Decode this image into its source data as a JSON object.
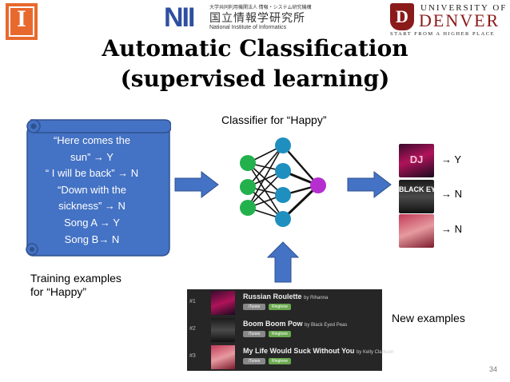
{
  "logos": {
    "illinois": {
      "glyph": "I"
    },
    "nii": {
      "mark": "NII",
      "top_line": "大学共同利用機関法人 情報・システム研究機構",
      "jp_name": "国立情報学研究所",
      "en_name": "National Institute of Informatics"
    },
    "denver": {
      "mark": "D",
      "university": "UNIVERSITY OF",
      "name": "DENVER",
      "tagline": "START FROM A HIGHER PLACE"
    }
  },
  "title": {
    "line1": "Automatic Classification",
    "line2": "(supervised learning)"
  },
  "training": {
    "lines": [
      "“Here comes the",
      "sun” → Y",
      "“ I will be back” → N",
      "“Down with the",
      "sickness” → N",
      "Song  A → Y",
      "Song B→ N",
      "………"
    ],
    "label_line1": "Training examples",
    "label_line2": "for “Happy”"
  },
  "classifier": {
    "label": "Classifier for “Happy”"
  },
  "outputs": [
    {
      "thumb_text": "DJ",
      "result": "→ Y"
    },
    {
      "thumb_text": "BLACK EYED PEAS",
      "result": "→ N"
    },
    {
      "thumb_text": "",
      "result": "→ N"
    }
  ],
  "new_examples": {
    "label": "New examples",
    "rows": [
      {
        "num": "#1",
        "title": "Russian Roulette",
        "artist": "by Rihanna",
        "btn1": "iTunes",
        "btn2": "Ringtone"
      },
      {
        "num": "#2",
        "title": "Boom Boom Pow",
        "artist": "by Black Eyed Peas",
        "btn1": "iTunes",
        "btn2": "Ringtone"
      },
      {
        "num": "#3",
        "title": "My Life Would Suck Without You",
        "artist": "by Kelly Clarkson",
        "btn1": "iTunes",
        "btn2": "Ringtone"
      }
    ]
  },
  "page_number": "34",
  "colors": {
    "node_green": "#22b14c",
    "node_blue": "#1f8fbf",
    "node_purple": "#b52fd0",
    "box_blue": "#4472c4",
    "arrow_blue": "#4472c4"
  }
}
